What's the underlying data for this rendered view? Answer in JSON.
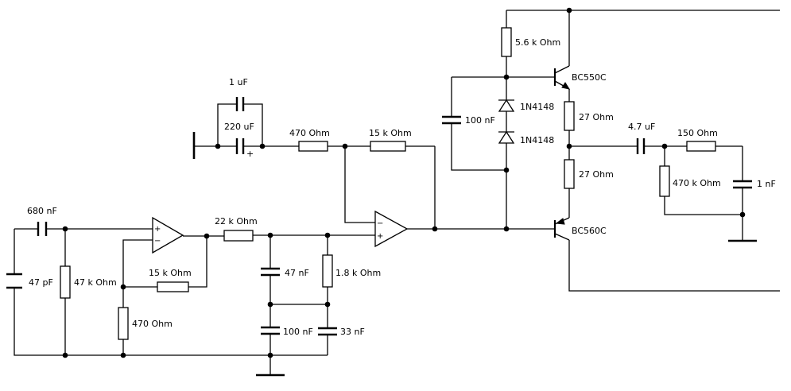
{
  "components": {
    "c_input": "680 nF",
    "c_shunt": "47 pF",
    "r_input_shunt": "47 k Ohm",
    "r_fb1": "15 k Ohm",
    "r_gnd1": "470  Ohm",
    "r_series1": "22 k Ohm",
    "c_filter1": "47 nF",
    "r_filter": "1.8 k Ohm",
    "c_filter2": "100 nF",
    "c_filter3": "33 nF",
    "c_top_small": "1 uF",
    "c_top_elec": "220 uF",
    "elec_polarity": "+",
    "r_series2": "470  Ohm",
    "r_fb2": "15 k Ohm",
    "r_bias_top": "5.6 k Ohm",
    "c_bias": "100 nF",
    "d1": "1N4148",
    "d2": "1N4148",
    "q_npn": "BC550C",
    "q_pnp": "BC560C",
    "r_emit1": "27  Ohm",
    "r_emit2": "27  Ohm",
    "c_out": "4.7 uF",
    "r_out": "150  Ohm",
    "r_out_shunt": "470 k Ohm",
    "c_out_shunt": "1 nF"
  },
  "opamp_pins": {
    "plus": "+",
    "minus": "−"
  }
}
